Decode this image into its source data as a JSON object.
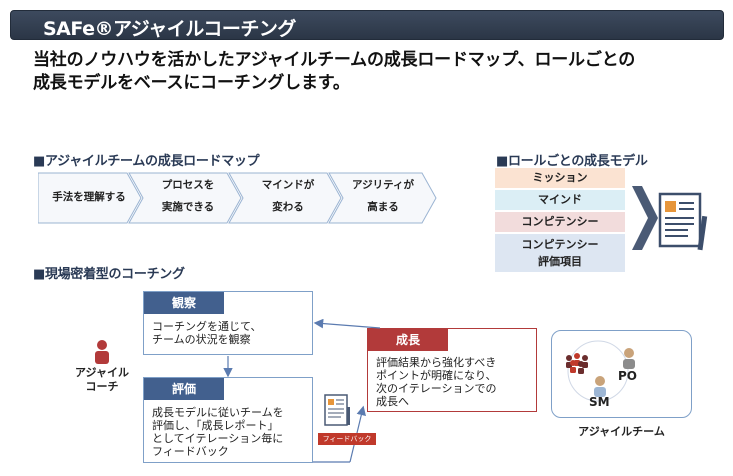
{
  "header": {
    "title": "SAFe®アジャイルコーチング"
  },
  "lead": {
    "line1": "当社のノウハウを活かしたアジャイルチームの成長ロードマップ、ロールごとの",
    "line2": "成長モデルをベースにコーチングします。"
  },
  "roadmap": {
    "heading": "■アジャイルチームの成長ロードマップ",
    "steps": [
      {
        "line1": "手法を理解する",
        "line2": ""
      },
      {
        "line1": "プロセスを",
        "line2": "実施できる"
      },
      {
        "line1": "マインドが",
        "line2": "変わる"
      },
      {
        "line1": "アジリティが",
        "line2": "高まる"
      }
    ]
  },
  "role_model": {
    "heading": "■ロールごとの成長モデル",
    "items": [
      {
        "line1": "ミッション",
        "line2": "",
        "color": "#fbe3d2"
      },
      {
        "line1": "マインド",
        "line2": "",
        "color": "#dbeef5"
      },
      {
        "line1": "コンピテンシー",
        "line2": "",
        "color": "#f2dcdc"
      },
      {
        "line1": "コンピテンシー",
        "line2": "評価項目",
        "color": "#dde6f2"
      }
    ]
  },
  "coaching": {
    "heading": "■現場密着型のコーチング",
    "coach_label_1": "アジャイル",
    "coach_label_2": "コーチ",
    "observe": {
      "title": "観察",
      "lines": [
        "コーチングを通じて、",
        "チームの状況を観察"
      ]
    },
    "evaluate": {
      "title": "評価",
      "lines": [
        "成長モデルに従いチームを",
        "評価し、「成長レポート」",
        "としてイテレーション毎に",
        "フィードバック"
      ]
    },
    "growth": {
      "title": "成長",
      "lines": [
        "評価結果から強化すべき",
        "ポイントが明確になり、",
        "次のイテレーションでの",
        "成長へ"
      ]
    },
    "feedback_tag": "フィードバック",
    "team": {
      "po": "PO",
      "sm": "SM",
      "label": "アジャイルチーム"
    }
  },
  "colors": {
    "header_bg": "#2b3646",
    "accent_blue": "#42608e",
    "accent_red": "#b23a3a",
    "heading_text": "#2a3a55"
  }
}
